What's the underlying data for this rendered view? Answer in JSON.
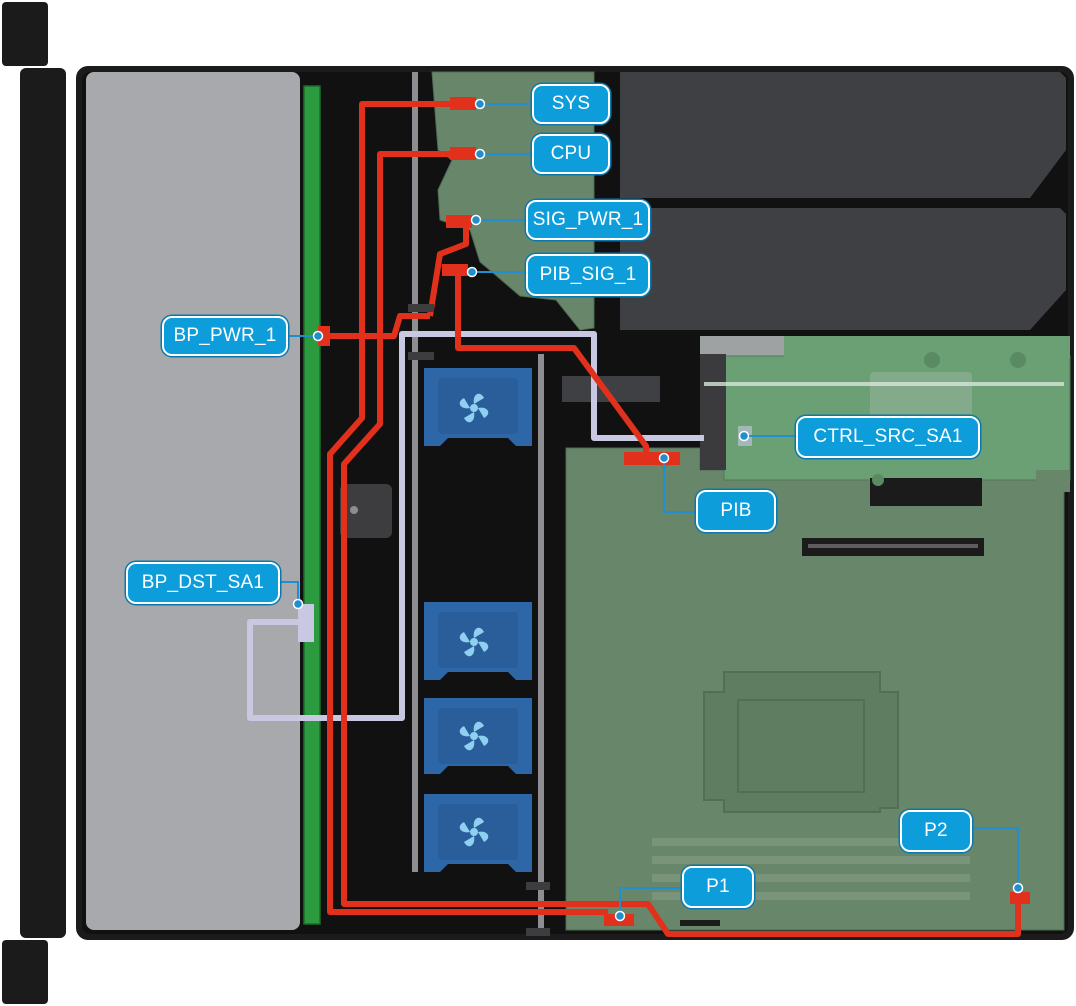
{
  "labels": {
    "sys": "SYS",
    "cpu": "CPU",
    "sig_pwr_1": "SIG_PWR_1",
    "pib_sig_1": "PIB_SIG_1",
    "bp_pwr_1": "BP_PWR_1",
    "ctrl_src_sa1": "CTRL_SRC_SA1",
    "pib": "PIB",
    "bp_dst_sa1": "BP_DST_SA1",
    "p1": "P1",
    "p2": "P2"
  },
  "colors": {
    "label_fill": "#0d9ddb",
    "power_cable": "#e1301c",
    "signal_cable": "#c9c8e2",
    "motherboard": "#68876a",
    "chassis": "#1b1b1b",
    "drive_bay": "#a8a9ad",
    "fan": "#2e67a8",
    "backplane": "#2c9b3f"
  },
  "icons": {
    "fan": "fan-icon"
  }
}
